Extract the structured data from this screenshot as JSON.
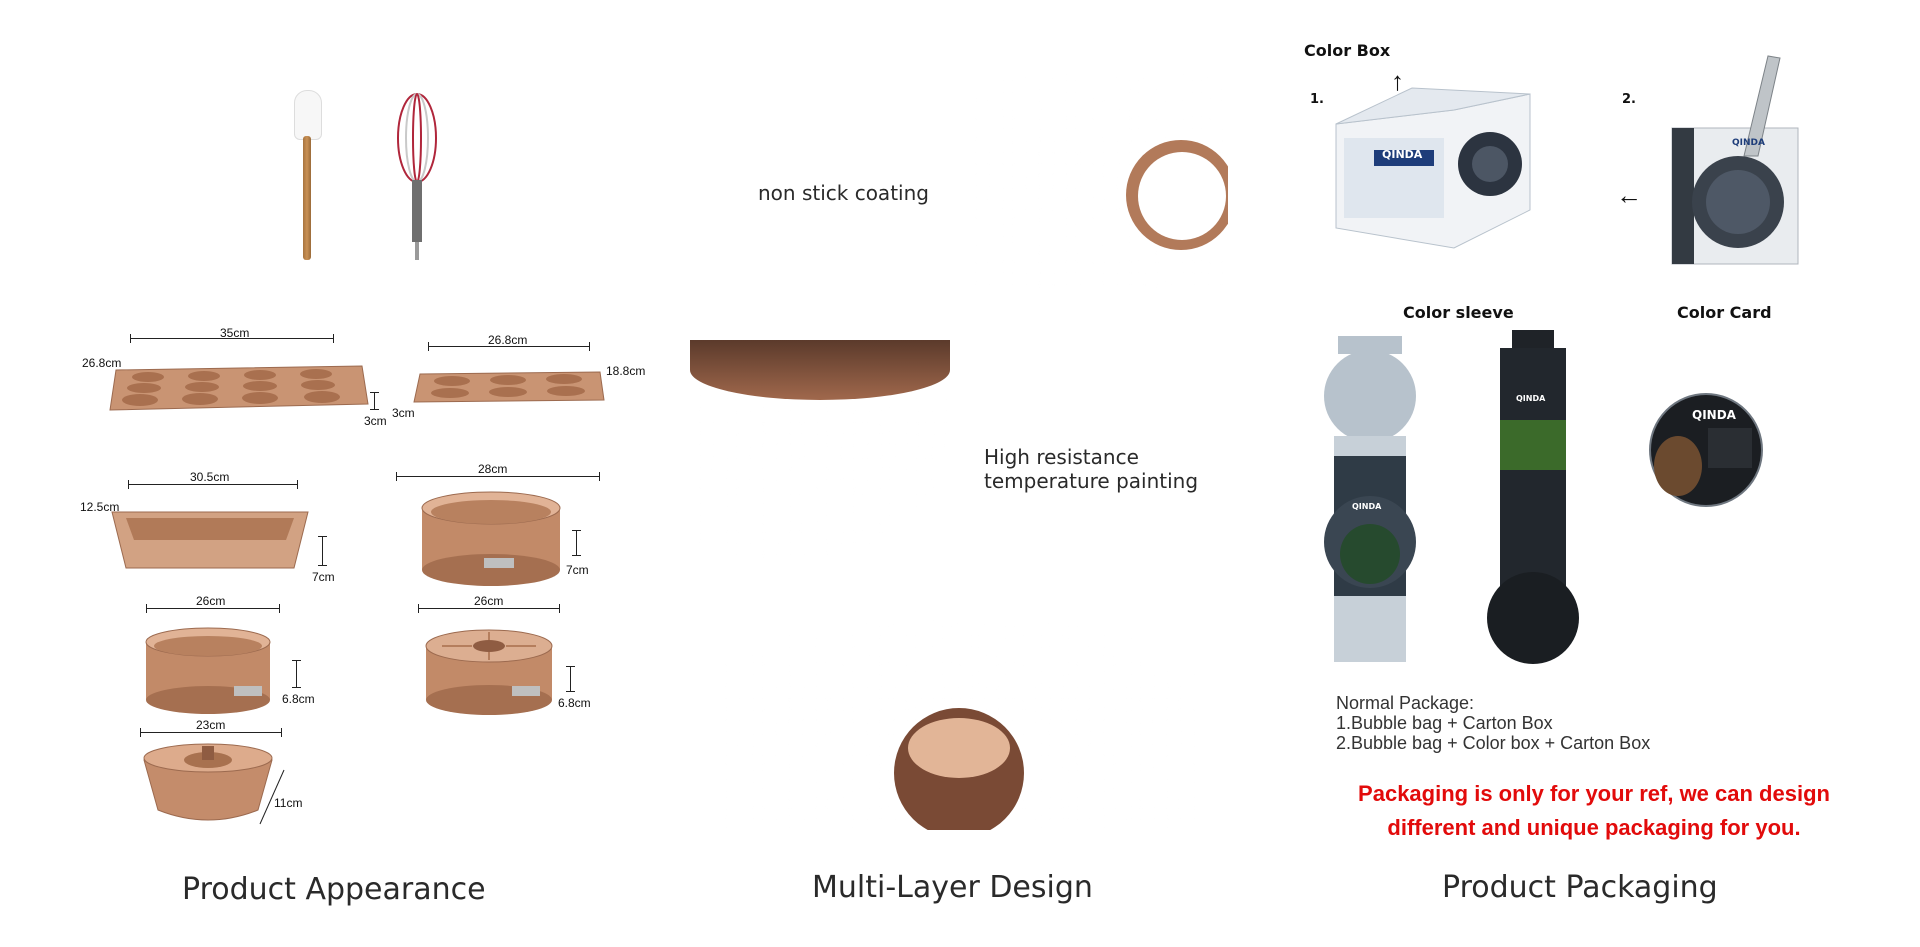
{
  "sections": {
    "appearance": "Product Appearance",
    "layers": "Multi-Layer Design",
    "packaging": "Product Packaging"
  },
  "features": {
    "non_stick": "non stick coating",
    "high_res_line1": "High resistance",
    "high_res_line2": "temperature painting"
  },
  "dimensions": {
    "muffin12_w": "35cm",
    "muffin12_d": "26.8cm",
    "muffin12_h": "3cm",
    "muffin6_w": "26.8cm",
    "muffin6_d": "18.8cm",
    "muffin6_h": "3cm",
    "loaf_w": "30.5cm",
    "loaf_d": "12.5cm",
    "loaf_h": "7cm",
    "spring28_w": "28cm",
    "spring28_h": "7cm",
    "spring26_w": "26cm",
    "spring26_h": "6.8cm",
    "fluted26_w": "26cm",
    "fluted26_h": "6.8cm",
    "bundt_w": "23cm",
    "bundt_h": "11cm"
  },
  "packaging": {
    "color_box": "Color Box",
    "num1": "1.",
    "num2": "2.",
    "color_sleeve": "Color sleeve",
    "color_card": "Color Card",
    "brand": "QINDA",
    "normal_title": "Normal Package:",
    "normal_1": "1.Bubble bag + Carton Box",
    "normal_2": "2.Bubble bag + Color box + Carton Box",
    "notice_line1": "Packaging is only for your ref, we can design",
    "notice_line2": "different and unique packaging for you."
  },
  "colors": {
    "notice": "#e20b0b",
    "copper": "#c98f6e"
  }
}
